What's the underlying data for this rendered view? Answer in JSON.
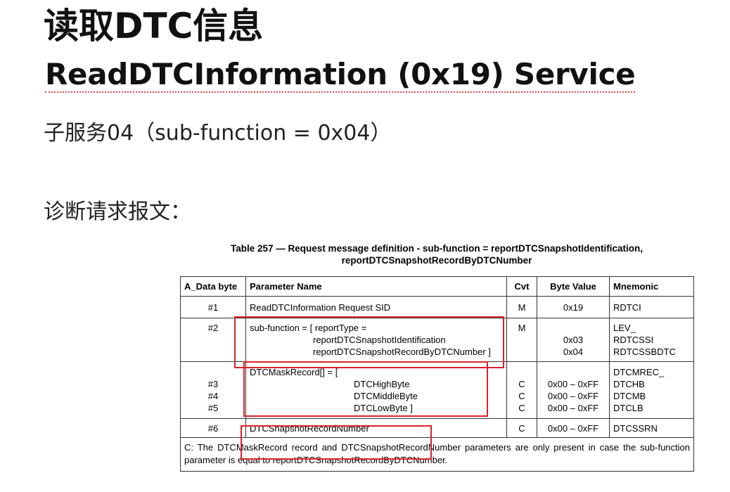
{
  "slide": {
    "title_cn": "读取DTC信息",
    "title_en": "ReadDTCInformation (0x19) Service",
    "subtitle": "子服务04（sub-function = 0x04）",
    "request_label": "诊断请求报文："
  },
  "table": {
    "caption_line1": "Table 257 — Request message definition - sub-function = reportDTCSnapshotIdentification,",
    "caption_line2": "reportDTCSnapshotRecordByDTCNumber",
    "headers": {
      "byte": "A_Data byte",
      "param": "Parameter Name",
      "cvt": "Cvt",
      "value": "Byte Value",
      "mnemonic": "Mnemonic"
    },
    "row1": {
      "byte": "#1",
      "param": "ReadDTCInformation Request SID",
      "cvt": "M",
      "value": "0x19",
      "mnemonic": "RDTCI"
    },
    "row2": {
      "byte": "#2",
      "param_l1": "sub-function = [ reportType =",
      "param_l2": "reportDTCSnapshotIdentification",
      "param_l3": "reportDTCSnapshotRecordByDTCNumber ]",
      "cvt": "M",
      "value_l2": "0x03",
      "value_l3": "0x04",
      "mnemonic_l1": "LEV_",
      "mnemonic_l2": "RDTCSSI",
      "mnemonic_l3": "RDTCSSBDTC"
    },
    "row3": {
      "byte_l2": "#3",
      "byte_l3": "#4",
      "byte_l4": "#5",
      "param_l1": "DTCMaskRecord[] = [",
      "param_l2": "DTCHighByte",
      "param_l3": "DTCMiddleByte",
      "param_l4": "DTCLowByte ]",
      "cvt_l2": "C",
      "cvt_l3": "C",
      "cvt_l4": "C",
      "value_l2": "0x00 – 0xFF",
      "value_l3": "0x00 – 0xFF",
      "value_l4": "0x00 – 0xFF",
      "mnemonic_l1": "DTCMREC_",
      "mnemonic_l2": "DTCHB",
      "mnemonic_l3": "DTCMB",
      "mnemonic_l4": "DTCLB"
    },
    "row4": {
      "byte": "#6",
      "param": "DTCSnapshotRecordNumber",
      "cvt": "C",
      "value": "0x00 – 0xFF",
      "mnemonic": "DTCSSRN"
    },
    "note": "C:   The DTCMaskRecord record and DTCSnapshotRecordNumber parameters are only present in case the sub-function parameter is equal to reportDTCSnapshotRecordByDTCNumber."
  },
  "colors": {
    "highlight": "#d8242a"
  }
}
